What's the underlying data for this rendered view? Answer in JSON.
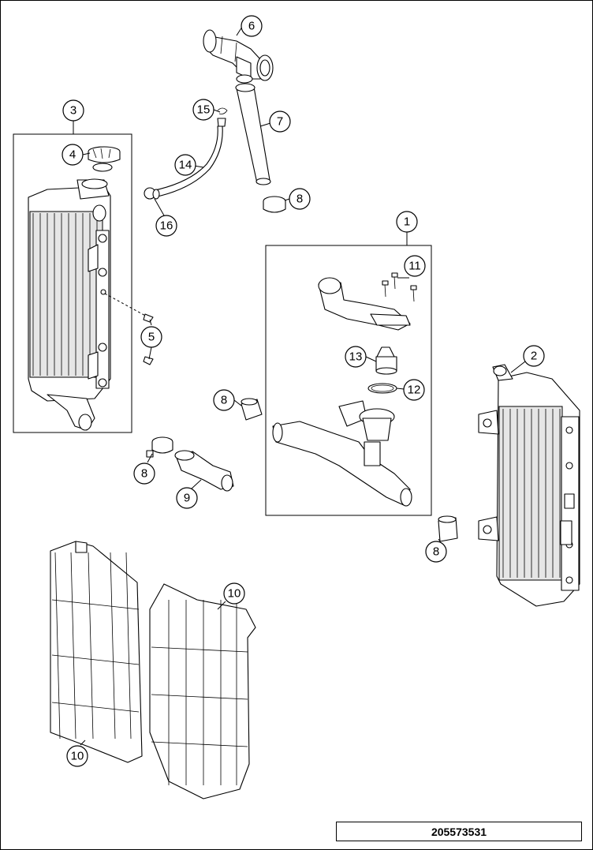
{
  "callouts": {
    "c1": "1",
    "c2": "2",
    "c3": "3",
    "c4": "4",
    "c5": "5",
    "c6": "6",
    "c7": "7",
    "c8a": "8",
    "c8b": "8",
    "c8c": "8",
    "c8d": "8",
    "c9": "9",
    "c10a": "10",
    "c10b": "10",
    "c11": "11",
    "c12": "12",
    "c13": "13",
    "c14": "14",
    "c15": "15",
    "c16": "16"
  },
  "document_number": "205573531"
}
